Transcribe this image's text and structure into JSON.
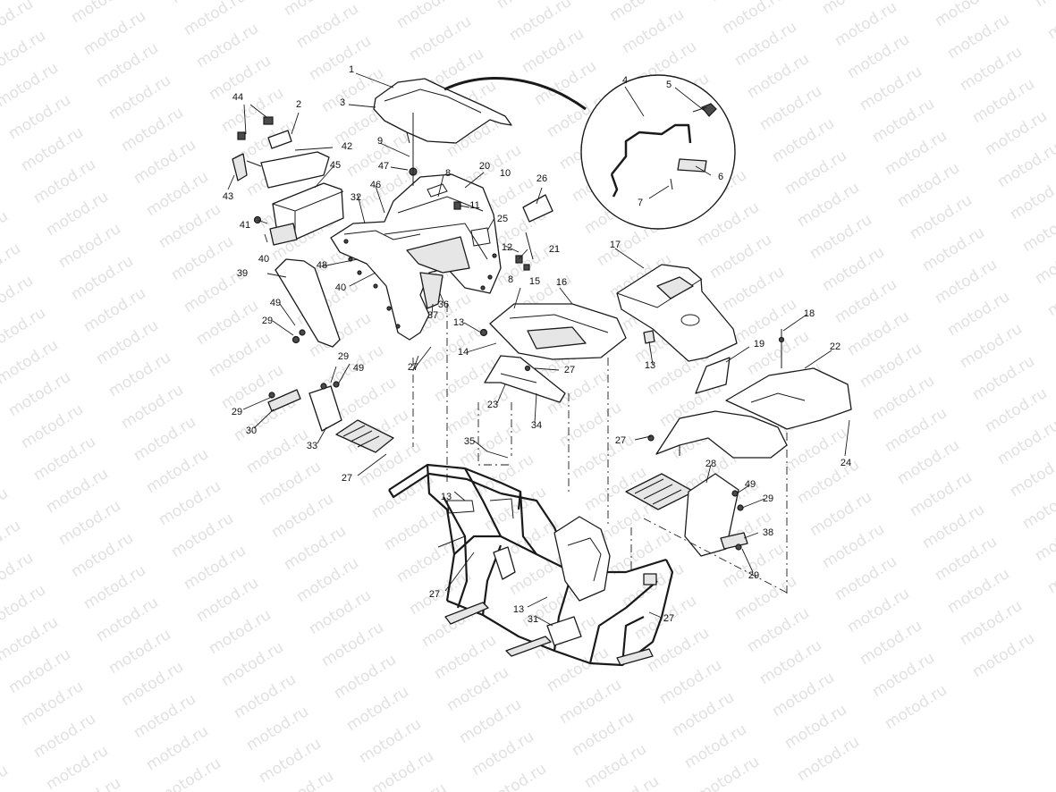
{
  "watermark": {
    "text": "motod.ru"
  },
  "callouts": [
    {
      "id": "c1",
      "label": "1"
    },
    {
      "id": "c2",
      "label": "2"
    },
    {
      "id": "c3",
      "label": "3"
    },
    {
      "id": "c4",
      "label": "4"
    },
    {
      "id": "c5",
      "label": "5"
    },
    {
      "id": "c6",
      "label": "6"
    },
    {
      "id": "c7",
      "label": "7"
    },
    {
      "id": "c8a",
      "label": "8"
    },
    {
      "id": "c8b",
      "label": "8"
    },
    {
      "id": "c9",
      "label": "9"
    },
    {
      "id": "c10",
      "label": "10"
    },
    {
      "id": "c11",
      "label": "11"
    },
    {
      "id": "c12",
      "label": "12"
    },
    {
      "id": "c13a",
      "label": "13"
    },
    {
      "id": "c13b",
      "label": "13"
    },
    {
      "id": "c13c",
      "label": "13"
    },
    {
      "id": "c13d",
      "label": "13"
    },
    {
      "id": "c14",
      "label": "14"
    },
    {
      "id": "c15",
      "label": "15"
    },
    {
      "id": "c16",
      "label": "16"
    },
    {
      "id": "c17",
      "label": "17"
    },
    {
      "id": "c18",
      "label": "18"
    },
    {
      "id": "c19",
      "label": "19"
    },
    {
      "id": "c20",
      "label": "20"
    },
    {
      "id": "c21",
      "label": "21"
    },
    {
      "id": "c22",
      "label": "22"
    },
    {
      "id": "c23",
      "label": "23"
    },
    {
      "id": "c24",
      "label": "24"
    },
    {
      "id": "c25",
      "label": "25"
    },
    {
      "id": "c26",
      "label": "26"
    },
    {
      "id": "c27a",
      "label": "27"
    },
    {
      "id": "c27b",
      "label": "27"
    },
    {
      "id": "c27c",
      "label": "27"
    },
    {
      "id": "c27d",
      "label": "27"
    },
    {
      "id": "c27e",
      "label": "27"
    },
    {
      "id": "c27f",
      "label": "27"
    },
    {
      "id": "c28",
      "label": "28"
    },
    {
      "id": "c29a",
      "label": "29"
    },
    {
      "id": "c29b",
      "label": "29"
    },
    {
      "id": "c29c",
      "label": "29"
    },
    {
      "id": "c29d",
      "label": "29"
    },
    {
      "id": "c29e",
      "label": "29"
    },
    {
      "id": "c30",
      "label": "30"
    },
    {
      "id": "c31",
      "label": "31"
    },
    {
      "id": "c32",
      "label": "32"
    },
    {
      "id": "c33",
      "label": "33"
    },
    {
      "id": "c34",
      "label": "34"
    },
    {
      "id": "c35",
      "label": "35"
    },
    {
      "id": "c36",
      "label": "36"
    },
    {
      "id": "c37",
      "label": "37"
    },
    {
      "id": "c38",
      "label": "38"
    },
    {
      "id": "c39",
      "label": "39"
    },
    {
      "id": "c40a",
      "label": "40"
    },
    {
      "id": "c40b",
      "label": "40"
    },
    {
      "id": "c41",
      "label": "41"
    },
    {
      "id": "c42",
      "label": "42"
    },
    {
      "id": "c43",
      "label": "43"
    },
    {
      "id": "c44",
      "label": "44"
    },
    {
      "id": "c45",
      "label": "45"
    },
    {
      "id": "c46",
      "label": "46"
    },
    {
      "id": "c47",
      "label": "47"
    },
    {
      "id": "c48",
      "label": "48"
    },
    {
      "id": "c49a",
      "label": "49"
    },
    {
      "id": "c49b",
      "label": "49"
    },
    {
      "id": "c49c",
      "label": "49"
    }
  ]
}
